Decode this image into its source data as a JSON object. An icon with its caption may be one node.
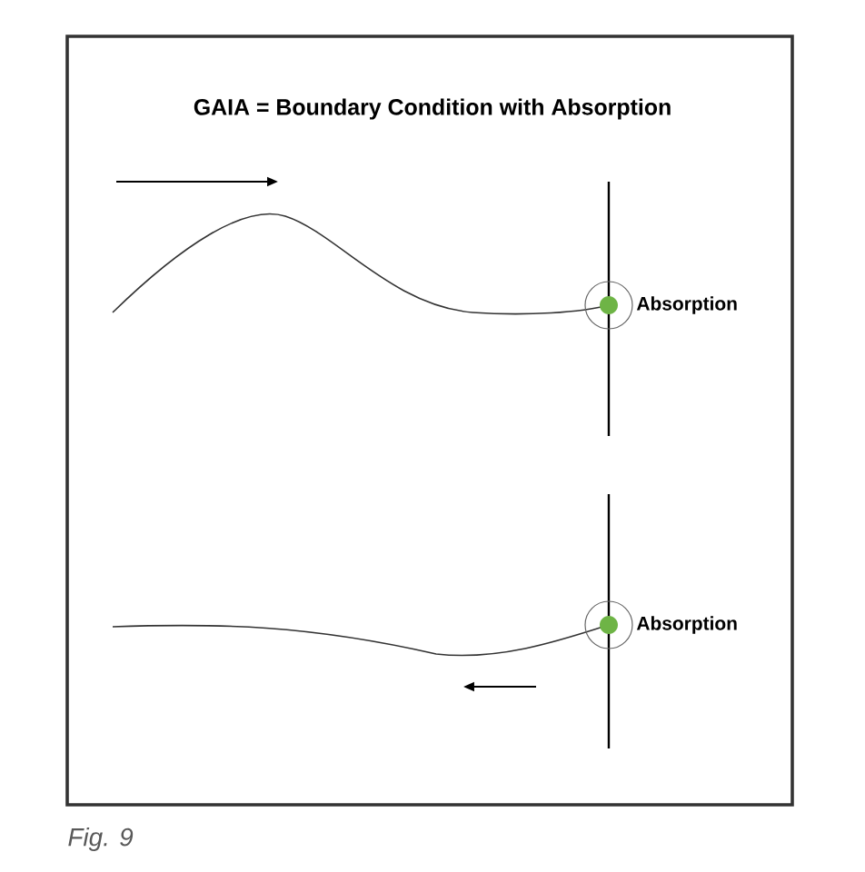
{
  "diagram": {
    "title": "GAIA = Boundary Condition with Absorption",
    "caption": "Fig. 9",
    "labels": [
      "Absorption",
      "Absorption"
    ]
  }
}
